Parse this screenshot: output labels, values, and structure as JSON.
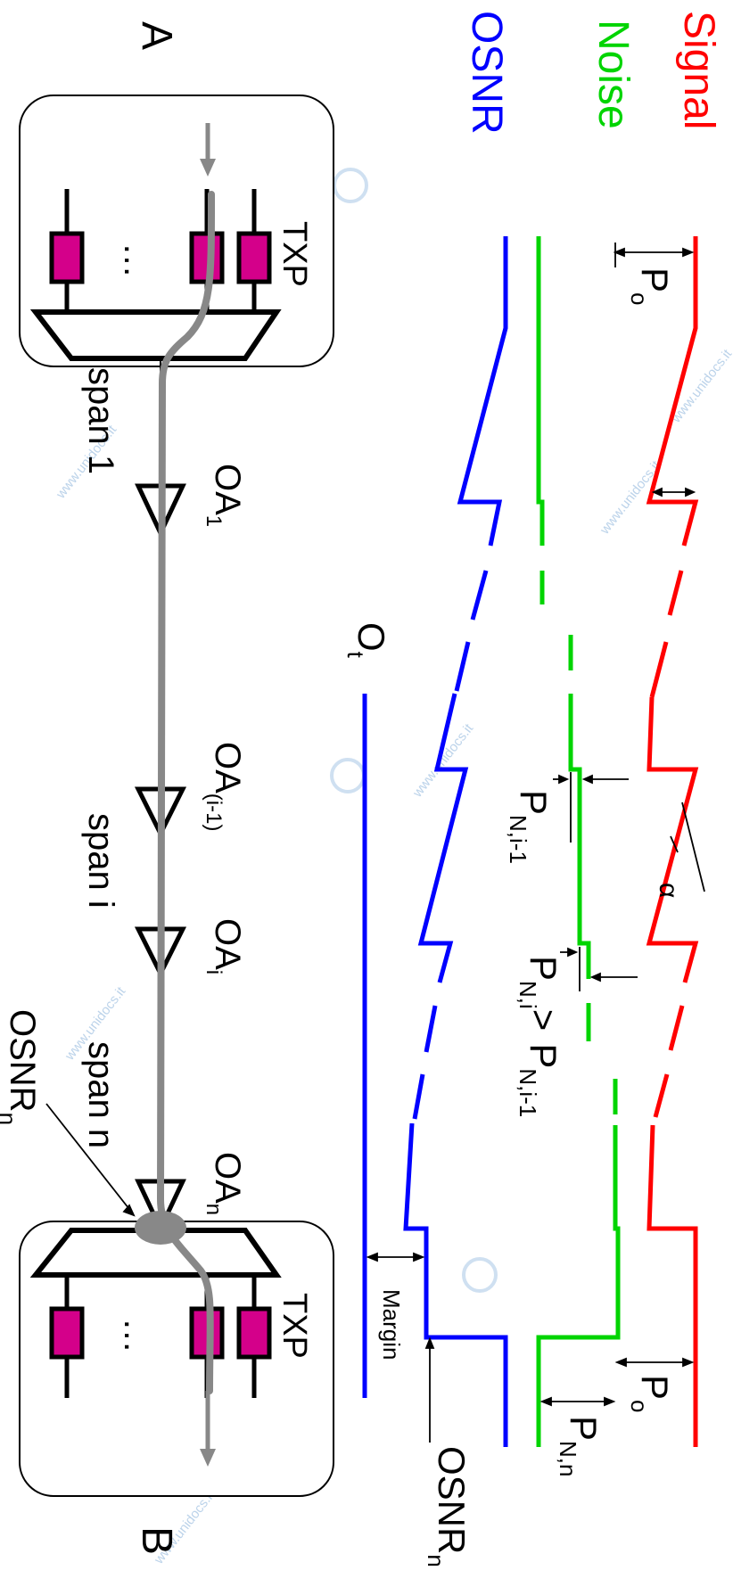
{
  "legend": {
    "signal": "Signal",
    "noise": "Noise",
    "osnr": "OSNR"
  },
  "colors": {
    "signal": "#ff0000",
    "noise": "#00d400",
    "osnr": "#0000ff",
    "transponder": "#d4008a",
    "fiber_path": "#888888",
    "outline": "#000000"
  },
  "nodes": {
    "a": "A",
    "b": "B",
    "txp_a": "TXP",
    "txp_b": "TXP",
    "ellipsis": "…"
  },
  "amplifiers": {
    "oa_1": {
      "base": "OA",
      "sub": "1"
    },
    "oa_i_minus_1": {
      "base": "OA",
      "sub": "(i-1)"
    },
    "oa_i": {
      "base": "OA",
      "sub": "i"
    },
    "oa_n": {
      "base": "OA",
      "sub": "n"
    }
  },
  "spans": {
    "span_1": "span 1",
    "span_i": "span i",
    "span_n": "span n"
  },
  "annotations": {
    "p_o_start": {
      "base": "P",
      "sub": "o"
    },
    "p_o_end": {
      "base": "P",
      "sub": "o"
    },
    "alpha": "α",
    "p_n_i_minus_1": {
      "base": "P",
      "sub": "N,i-1"
    },
    "p_n_i": {
      "base": "P",
      "sub": "N,i"
    },
    "p_n_i_gt": ">",
    "p_n_i_gt_rhs": {
      "base": "P",
      "sub": "N,i-1"
    },
    "p_n_n": {
      "base": "P",
      "sub": "N,n"
    },
    "o_t": {
      "base": "O",
      "sub": "t"
    },
    "margin": "Margin",
    "osnr_n_right": {
      "base": "OSNR",
      "sub": "n"
    },
    "osnr_n_left": {
      "base": "OSNR",
      "sub": "n"
    }
  },
  "watermark": "www.unidocs.it"
}
